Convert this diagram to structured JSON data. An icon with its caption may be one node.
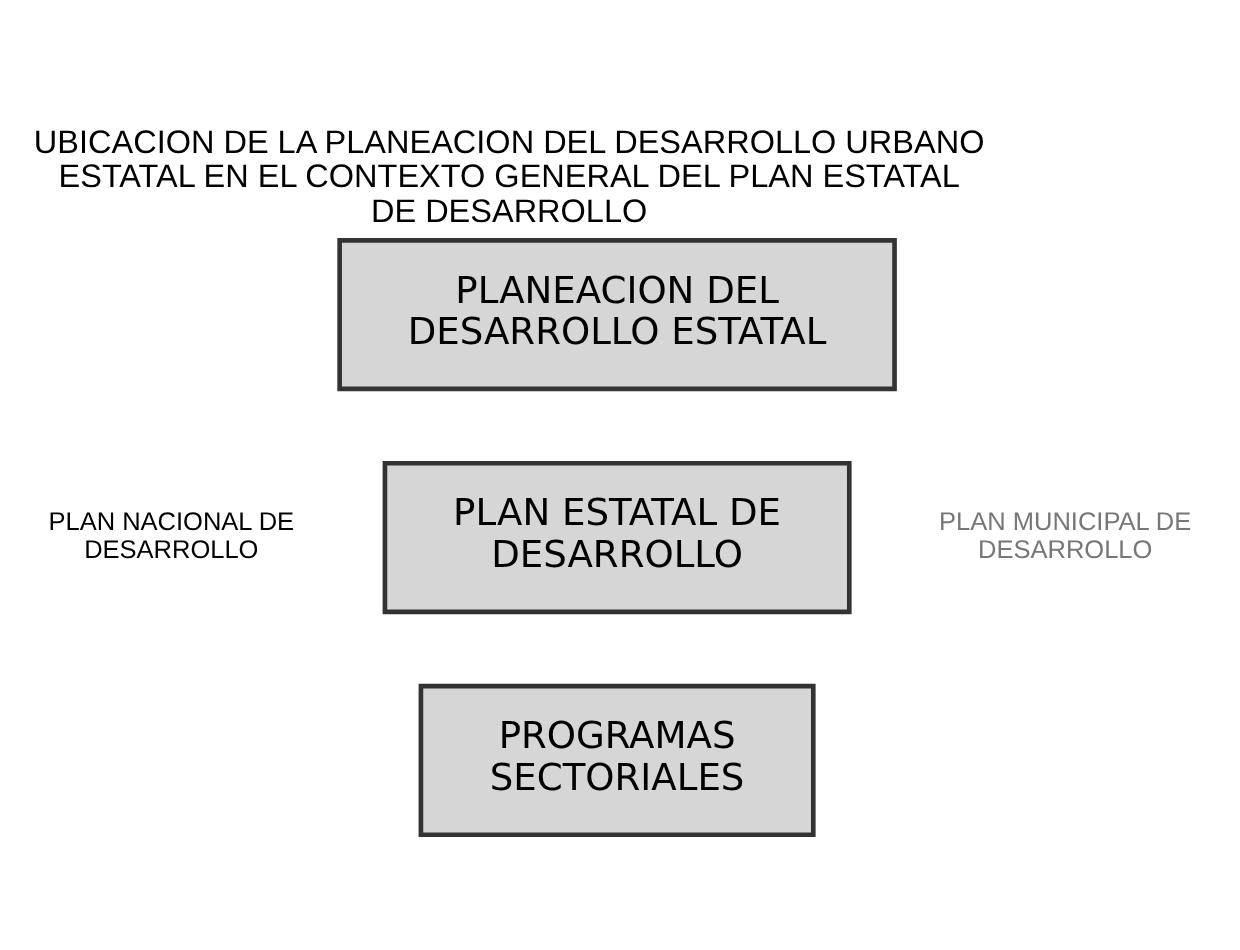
{
  "diagram": {
    "title": "UBICACION DE LA PLANEACION DEL DESARROLLO URBANO ESTATAL EN EL CONTEXTO GENERAL DEL PLAN ESTATAL DE DESARROLLO",
    "nodes": [
      {
        "text": [
          "PLANEACION DEL DESARROLLO ESTATAL"
        ]
      },
      {
        "text": [
          "PLAN NACIONAL DE DESARROLLO"
        ]
      },
      {
        "text": [
          "PLAN ESTATAL DE DESARROLLO"
        ]
      },
      {
        "text": [
          "PLAN MUNICIPAL DE DESARROLLO"
        ]
      },
      {
        "text": [
          "PROGRAMAS SECTORIALES"
        ]
      }
    ],
    "edges": []
  }
}
